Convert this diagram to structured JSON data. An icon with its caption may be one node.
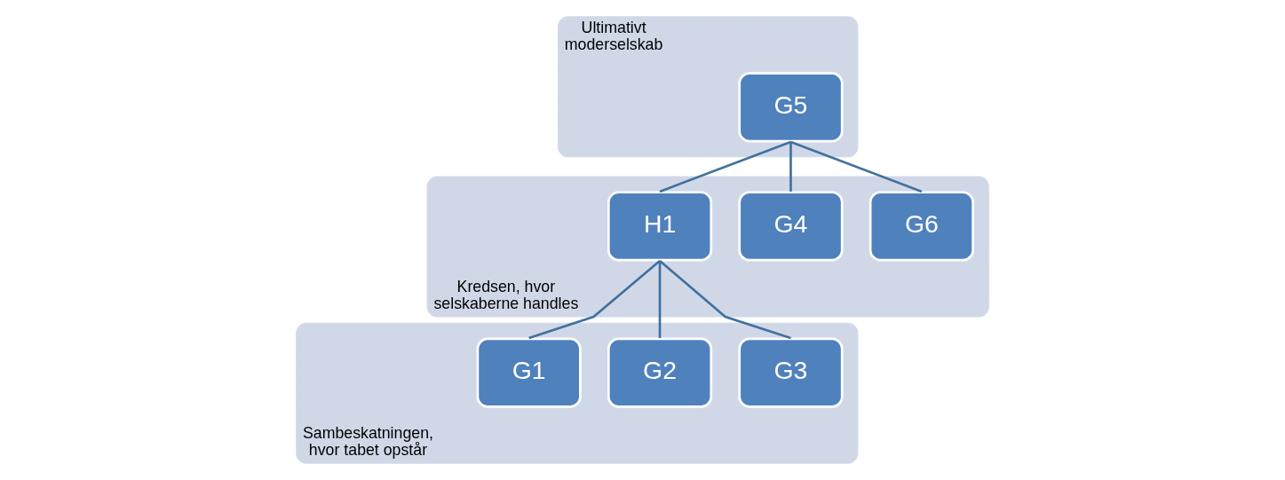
{
  "diagram": {
    "nodes": [
      {
        "text": [
          "Ultimativt moderselskab"
        ]
      },
      {
        "text": [
          "G5"
        ],
        "in": 0
      },
      {
        "text": [
          "Kredsen, hvor selskaberne handles"
        ]
      },
      {
        "text": [
          "H1"
        ],
        "in": 2
      },
      {
        "text": [
          "G4"
        ],
        "in": 2
      },
      {
        "text": [
          "G6"
        ],
        "in": 2
      },
      {
        "text": [
          "Sambeskatningen, hvor tabet opstår"
        ]
      },
      {
        "text": [
          "G1"
        ],
        "in": 6
      },
      {
        "text": [
          "G2"
        ],
        "in": 6
      },
      {
        "text": [
          "G3"
        ],
        "in": 6
      }
    ],
    "edges": [
      {
        "from": 1,
        "to": 3,
        "arrow": "none"
      },
      {
        "from": 1,
        "to": 4,
        "arrow": "none"
      },
      {
        "from": 1,
        "to": 5,
        "arrow": "none"
      },
      {
        "from": 3,
        "to": 7,
        "arrow": "none"
      },
      {
        "from": 3,
        "to": 8,
        "arrow": "none"
      },
      {
        "from": 3,
        "to": 9,
        "arrow": "none"
      }
    ]
  }
}
